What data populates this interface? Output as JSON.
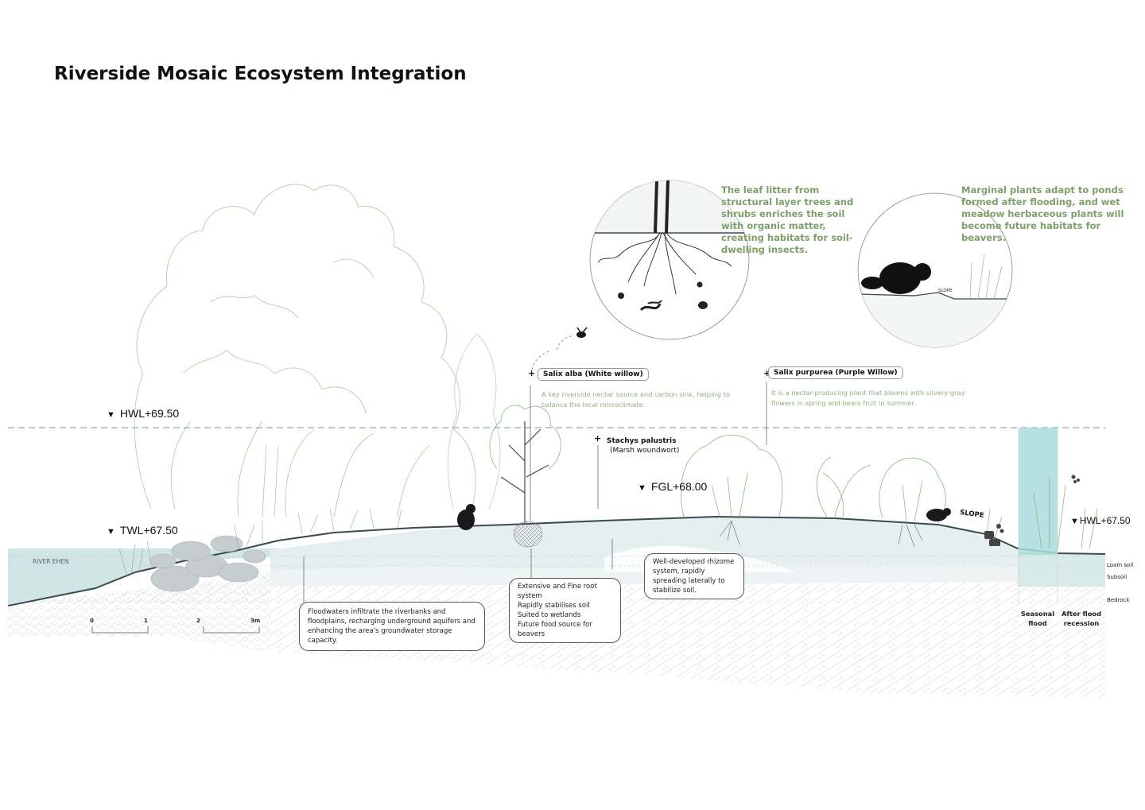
{
  "title": "Riverside Mosaic Ecosystem Integration",
  "levels": {
    "hwl_high": "HWL+69.50",
    "twl": "TWL+67.50",
    "fgl": "FGL+68.00",
    "hwl_right": "HWL+67.50",
    "marker": "▼"
  },
  "notes": {
    "leaf_litter": "The leaf litter from structural layer trees and shrubs enriches the soil with organic matter, creating habitats for soil-dwelling insects.",
    "marginal": "Marginal plants adapt to ponds formed after flooding, and wet meadow herbaceous plants will become future habitats for beavers."
  },
  "species": {
    "salix_alba": {
      "name": "Salix alba (White willow)",
      "desc": "A key riverside nectar source and carbon sink, helping to balance the local microclimate."
    },
    "salix_purpurea": {
      "name": "Salix purpurea (Purple Willow)",
      "desc": "It is a nectar-producing plant that blooms with silvery-gray flowers in spring and bears fruit in summer."
    },
    "stachys": {
      "name": "Stachys palustris",
      "common": "(Marsh woundwort)"
    },
    "plus": "+"
  },
  "callouts": {
    "floodwaters": "Floodwaters infiltrate the riverbanks and floodplains, recharging underground aquifers and enhancing the area's groundwater storage capacity.",
    "roots": [
      "Extensive and Fine root system",
      "Rapidly stabilises soil",
      "Suited to wetlands",
      "Future food source for beavers"
    ],
    "rhizome": "Well-developed rhizome system, rapidly spreading laterally to stabilize soil."
  },
  "labels": {
    "river": "RIVER EHEN",
    "slope": "SLOPE",
    "slope_small": "SLOPE",
    "loam": "Loam soil",
    "subsoil": "Subsoil",
    "bedrock": "Bedrock",
    "seasonal_flood": "Seasonal flood",
    "after_flood": "After flood recession"
  },
  "scale": {
    "ticks": [
      "0",
      "1",
      "2",
      "3m"
    ]
  },
  "colors": {
    "water": "#cfe5e6",
    "flood": "#a9dcdc",
    "tree_line": "#8fb884",
    "green_text": "#7da06a",
    "ground_line": "#3d4a4c"
  }
}
